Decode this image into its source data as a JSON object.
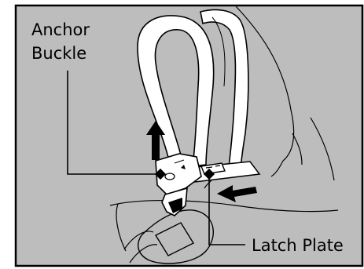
{
  "labels": {
    "anchor_line1": "Anchor",
    "anchor_line2": "Buckle",
    "latch_plate": "Latch Plate"
  },
  "colors": {
    "background": "#bdbdbd",
    "frame": "#000000",
    "strap_fill": "#ffffff",
    "line": "#000000",
    "arrow": "#000000"
  },
  "icons": {
    "up_arrow": "up-arrow-icon",
    "left_arrow": "left-arrow-icon"
  }
}
